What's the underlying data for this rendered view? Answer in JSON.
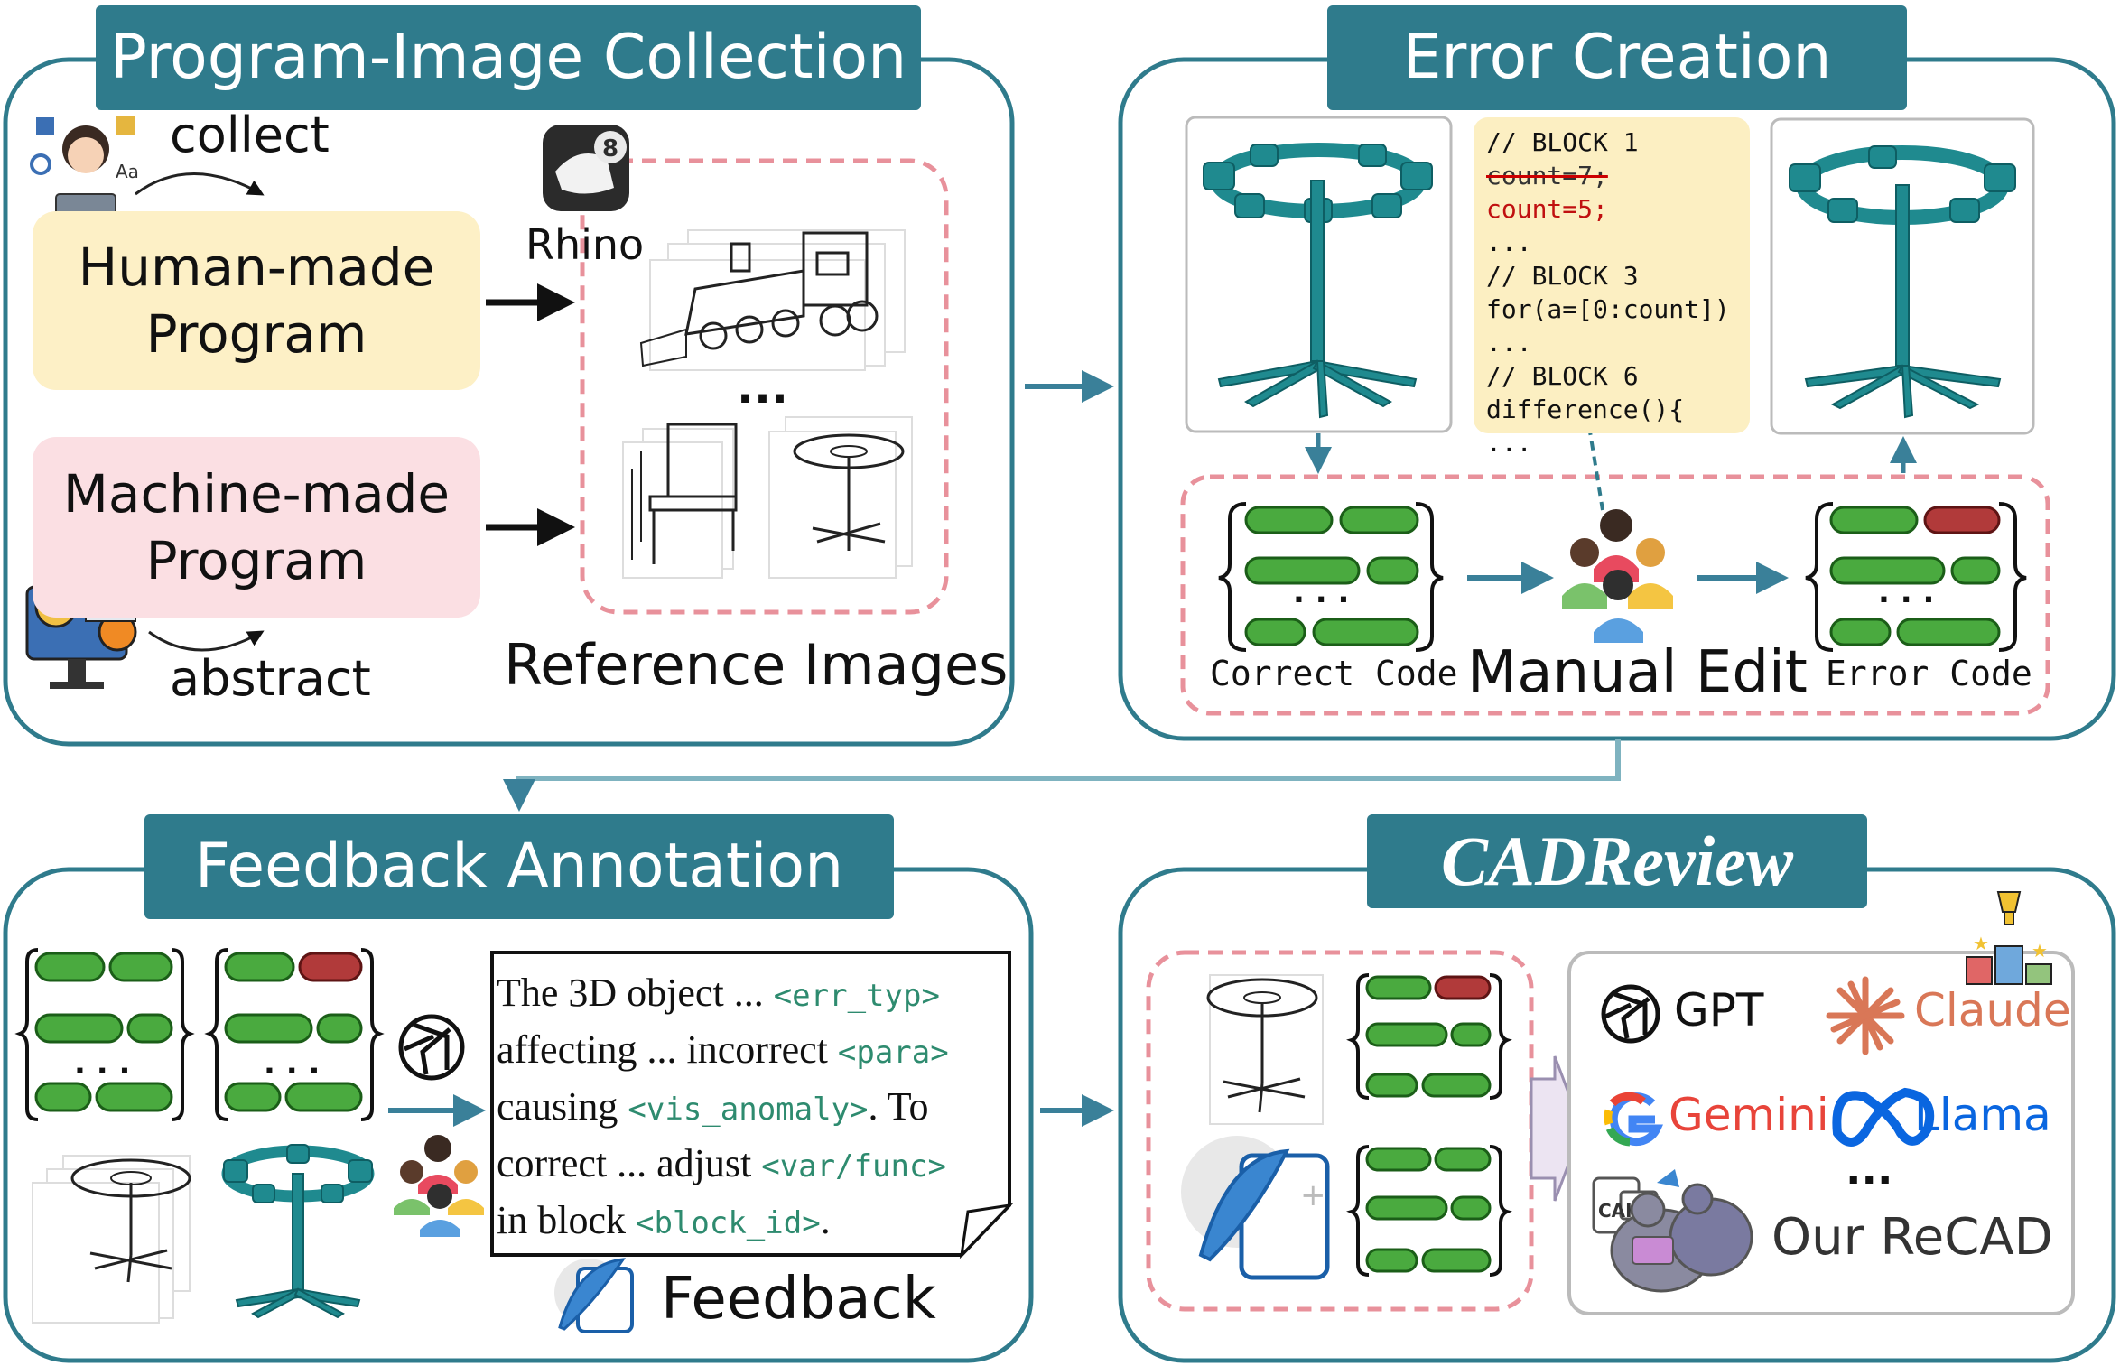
{
  "panels": {
    "collection": {
      "title": "Program-Image Collection",
      "collect_label": "collect",
      "abstract_label": "abstract",
      "human_program": "Human-made\nProgram",
      "machine_program": "Machine-made\nProgram",
      "rhino_label": "Rhino",
      "rhino_badge": "8",
      "ellipsis": "...",
      "reference_label": "Reference Images"
    },
    "error": {
      "title": "Error Creation",
      "code_lines": [
        {
          "text": "// BLOCK 1",
          "style": "normal"
        },
        {
          "text": "count=7;",
          "style": "strike"
        },
        {
          "text": "count=5;",
          "style": "red"
        },
        {
          "text": "...",
          "style": "normal"
        },
        {
          "text": "// BLOCK 3",
          "style": "normal"
        },
        {
          "text": "for(a=[0:count])",
          "style": "normal"
        },
        {
          "text": "...",
          "style": "normal"
        },
        {
          "text": "// BLOCK 6",
          "style": "normal"
        },
        {
          "text": "difference(){",
          "style": "normal"
        },
        {
          "text": "...",
          "style": "normal"
        }
      ],
      "correct_code": "Correct Code",
      "manual_edit": "Manual Edit",
      "error_code": "Error Code",
      "dots": ". . ."
    },
    "feedback": {
      "title": "Feedback Annotation",
      "lines": [
        {
          "pre": "The 3D object ... ",
          "tag": "<err_typ>",
          "post": ""
        },
        {
          "pre": "affecting ... incorrect ",
          "tag": "<para>",
          "post": ""
        },
        {
          "pre": "causing ",
          "tag": "<vis_anomaly>",
          "post": ". To"
        },
        {
          "pre": "correct ... adjust ",
          "tag": "<var/func>",
          "post": ""
        },
        {
          "pre": "in block ",
          "tag": "<block_id>",
          "post": "."
        }
      ],
      "feedback_label": "Feedback",
      "dots": ". . ."
    },
    "cadreview": {
      "title": "CADReview",
      "models": [
        {
          "name": "GPT",
          "color": "#111111"
        },
        {
          "name": "Claude",
          "color": "#d97757"
        },
        {
          "name": "Gemini",
          "color": "#e8443a"
        },
        {
          "name": "Llama",
          "color": "#0a66e0"
        },
        {
          "name": "Our ReCAD",
          "color": "#333333"
        }
      ],
      "ellipsis": "...",
      "recad_badge": "CAI"
    }
  },
  "colors": {
    "teal": "#2f7b8c",
    "green_block": "#4aaa3f",
    "red_block": "#b13a3a",
    "dashed_pink": "#e8919b",
    "model_teal": "#1f8a8f"
  }
}
